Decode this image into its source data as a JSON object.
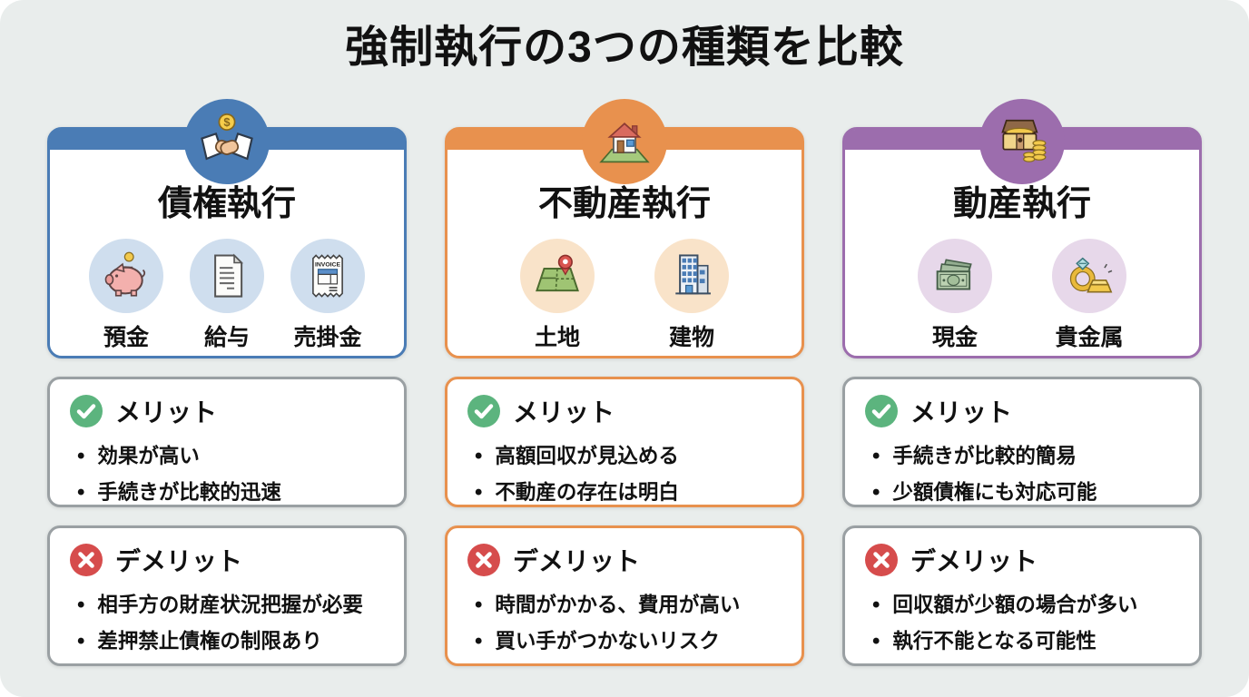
{
  "title": "強制執行の3つの種類を比較",
  "colors": {
    "background": "#e9edec",
    "blue_accent": "#4a7cb5",
    "orange_accent": "#e8914e",
    "purple_accent": "#9c6dad",
    "blue_item_circle": "#cfdeee",
    "orange_item_circle": "#f9e3c9",
    "purple_item_circle": "#e7d8ea",
    "merit_green": "#5cb47e",
    "demerit_red": "#d64c4c",
    "gray_box_border": "#9aa0a3",
    "text": "#111111"
  },
  "icon_text": {
    "handshake_coin_symbol": "$",
    "invoice_label": "INVOICE"
  },
  "columns": [
    {
      "title": "債権執行",
      "header_icon": "handshake-money-icon",
      "items": [
        {
          "icon": "piggy-bank-icon",
          "label": "預金"
        },
        {
          "icon": "salary-document-icon",
          "label": "給与"
        },
        {
          "icon": "invoice-icon",
          "label": "売掛金"
        }
      ],
      "merit": {
        "title": "メリット",
        "points": [
          "効果が高い",
          "手続きが比較的迅速"
        ]
      },
      "demerit": {
        "title": "デメリット",
        "points": [
          "相手方の財産状況把握が必要",
          "差押禁止債権の制限あり"
        ]
      }
    },
    {
      "title": "不動産執行",
      "header_icon": "house-icon",
      "items": [
        {
          "icon": "land-map-icon",
          "label": "土地"
        },
        {
          "icon": "building-icon",
          "label": "建物"
        }
      ],
      "merit": {
        "title": "メリット",
        "points": [
          "高額回収が見込める",
          "不動産の存在は明白"
        ]
      },
      "demerit": {
        "title": "デメリット",
        "points": [
          "時間がかかる、費用が高い",
          "買い手がつかないリスク"
        ]
      }
    },
    {
      "title": "動産執行",
      "header_icon": "treasure-chest-icon",
      "items": [
        {
          "icon": "cash-icon",
          "label": "現金"
        },
        {
          "icon": "ring-gold-icon",
          "label": "貴金属"
        }
      ],
      "merit": {
        "title": "メリット",
        "points": [
          "手続きが比較的簡易",
          "少額債権にも対応可能"
        ]
      },
      "demerit": {
        "title": "デメリット",
        "points": [
          "回収額が少額の場合が多い",
          "執行不能となる可能性"
        ]
      }
    }
  ]
}
